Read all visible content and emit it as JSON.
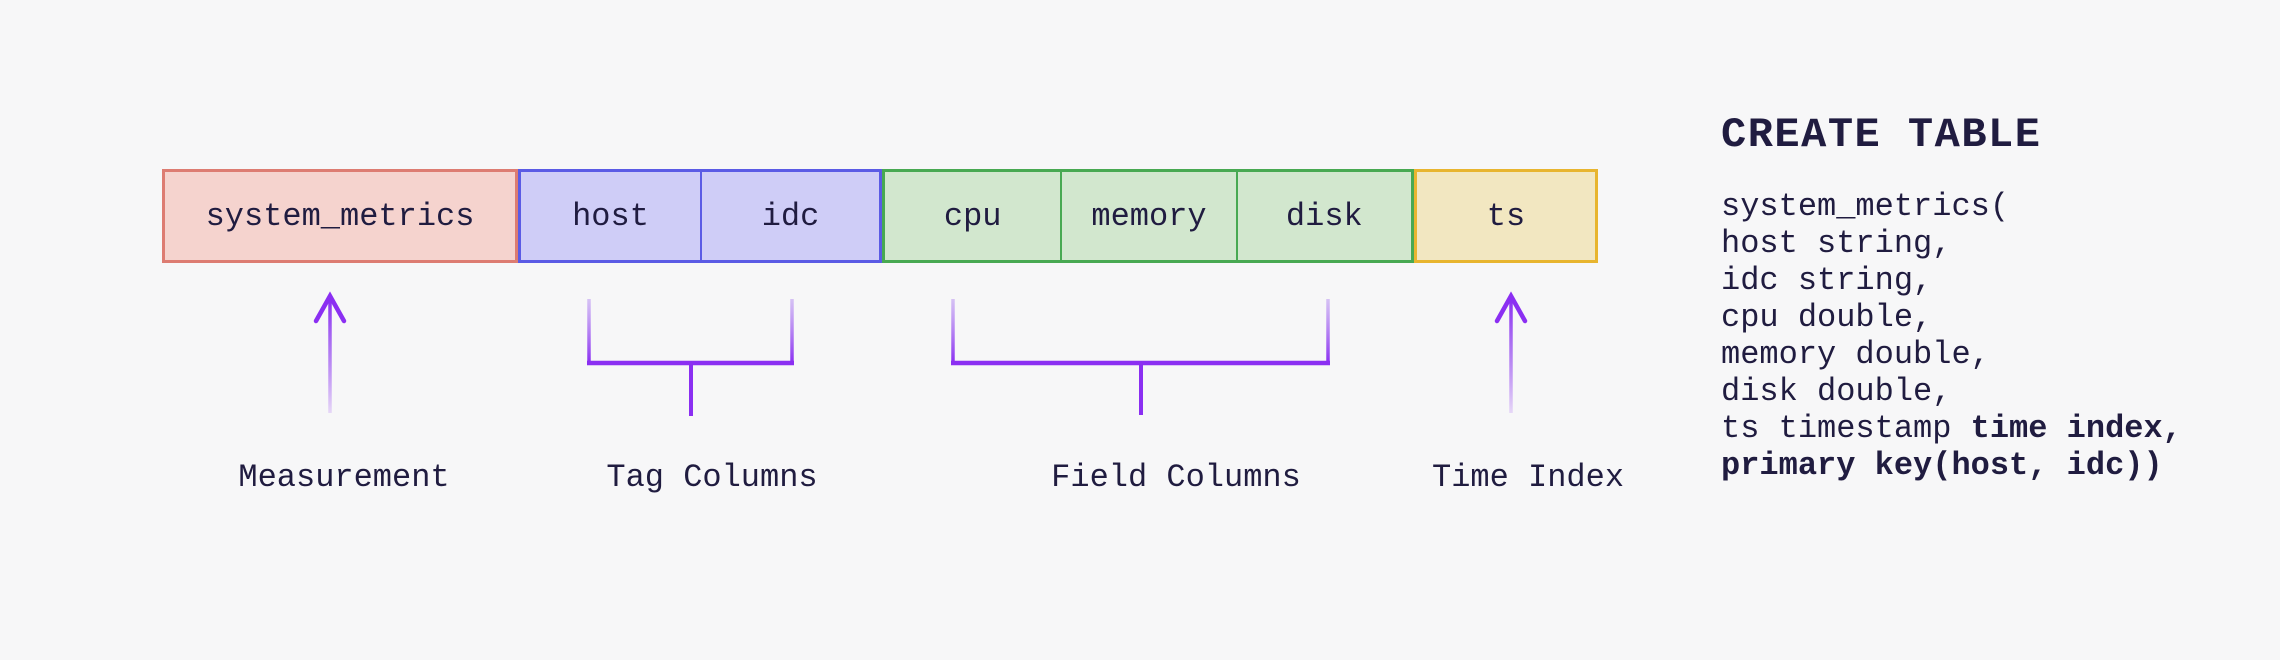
{
  "background": "#f7f7f8",
  "text_color": "#201c40",
  "accent_purple": "#8b2ff2",
  "diagram": {
    "groups": [
      {
        "id": "measurement",
        "label": "Measurement",
        "fill": "#f5d3ce",
        "border": "#dd7c72",
        "cells": [
          "system_metrics"
        ]
      },
      {
        "id": "tag",
        "label": "Tag Columns",
        "fill": "#cfcdf7",
        "border": "#5b5be5",
        "cells": [
          "host",
          "idc"
        ]
      },
      {
        "id": "field",
        "label": "Field Columns",
        "fill": "#d2e7ce",
        "border": "#48a952",
        "cells": [
          "cpu",
          "memory",
          "disk"
        ]
      },
      {
        "id": "time",
        "label": "Time Index",
        "fill": "#f2e7c1",
        "border": "#e8b52f",
        "cells": [
          "ts"
        ]
      }
    ]
  },
  "sql": {
    "title": "CREATE TABLE",
    "lines": [
      {
        "normal": "system_metrics("
      },
      {
        "normal": "host string,"
      },
      {
        "normal": "idc string,"
      },
      {
        "normal": "cpu double,"
      },
      {
        "normal": "memory double,"
      },
      {
        "normal": "disk double,"
      },
      {
        "normal": "ts timestamp ",
        "bold": "time index,"
      },
      {
        "bold": "primary key(host, idc))"
      }
    ]
  }
}
